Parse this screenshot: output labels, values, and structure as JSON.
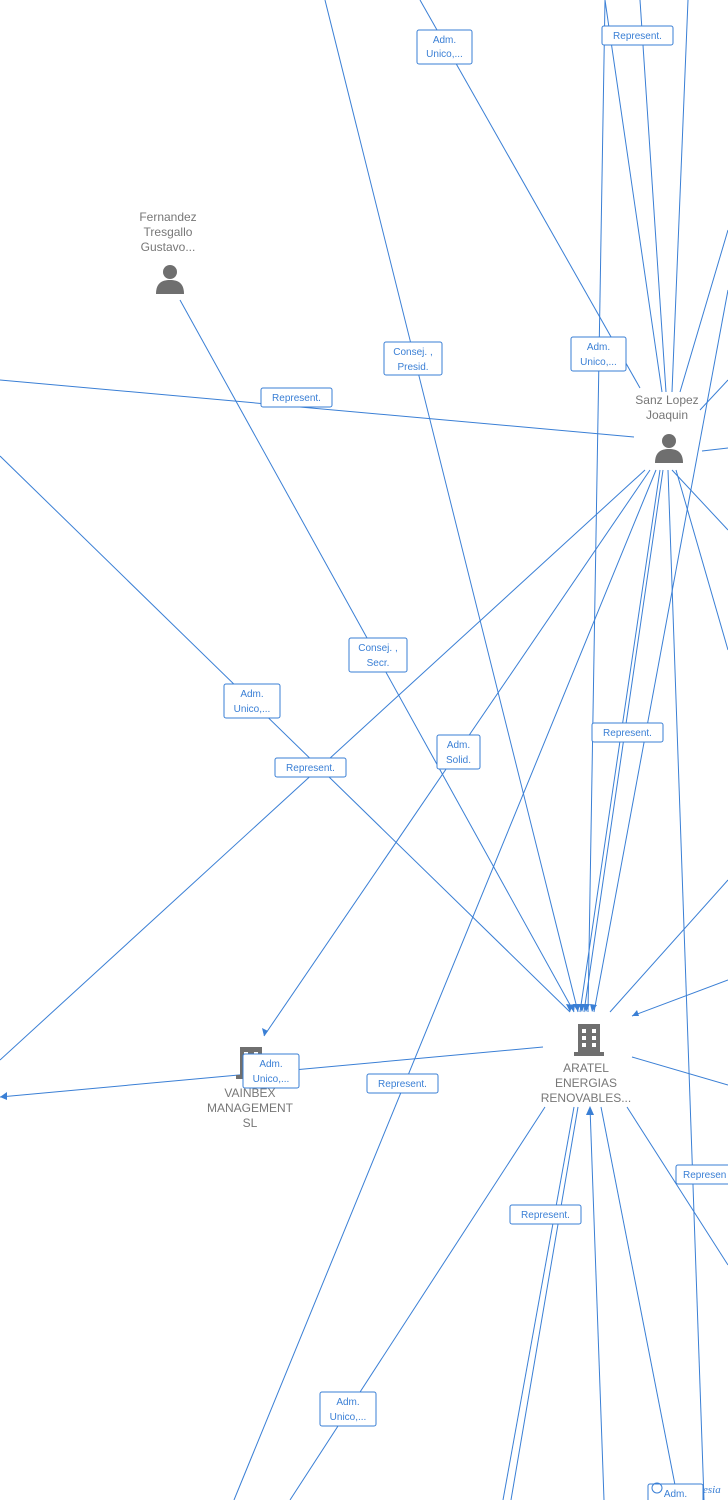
{
  "graph": {
    "nodes": [
      {
        "id": "fernandez",
        "kind": "person",
        "label": [
          "Fernandez",
          "Tresgallo",
          "Gustavo..."
        ]
      },
      {
        "id": "sanz",
        "kind": "person",
        "label": [
          "Sanz Lopez",
          "Joaquin"
        ]
      },
      {
        "id": "aratel",
        "kind": "company",
        "label": [
          "ARATEL",
          "ENERGIAS",
          "RENOVABLES..."
        ]
      },
      {
        "id": "vainbex",
        "kind": "company",
        "label": [
          "VAINBEX",
          "MANAGEMENT",
          "SL"
        ]
      }
    ],
    "edge_labels": [
      {
        "id": "adm-unico-top",
        "lines": [
          "Adm.",
          "Unico,..."
        ]
      },
      {
        "id": "represent-top",
        "lines": [
          "Represent."
        ]
      },
      {
        "id": "consej-presid",
        "lines": [
          "Consej. ,",
          "Presid."
        ]
      },
      {
        "id": "adm-unico-sanz",
        "lines": [
          "Adm.",
          "Unico,..."
        ]
      },
      {
        "id": "represent-left",
        "lines": [
          "Represent."
        ]
      },
      {
        "id": "consej-secr",
        "lines": [
          "Consej. ,",
          "Secr."
        ]
      },
      {
        "id": "adm-unico-mid",
        "lines": [
          "Adm.",
          "Unico,..."
        ]
      },
      {
        "id": "represent-aratel-right",
        "lines": [
          "Represent."
        ]
      },
      {
        "id": "adm-solid",
        "lines": [
          "Adm.",
          "Solid."
        ]
      },
      {
        "id": "represent-mid",
        "lines": [
          "Represent."
        ]
      },
      {
        "id": "adm-unico-vainbex",
        "lines": [
          "Adm.",
          "Unico,..."
        ]
      },
      {
        "id": "represent-lower",
        "lines": [
          "Represent."
        ]
      },
      {
        "id": "represent-right-edge",
        "lines": [
          "Represen"
        ]
      },
      {
        "id": "represent-bottom",
        "lines": [
          "Represent."
        ]
      },
      {
        "id": "adm-unico-bottom",
        "lines": [
          "Adm.",
          "Unico,..."
        ]
      },
      {
        "id": "adm-bottom-right",
        "lines": [
          "Adm."
        ]
      }
    ],
    "credit": "esia"
  }
}
